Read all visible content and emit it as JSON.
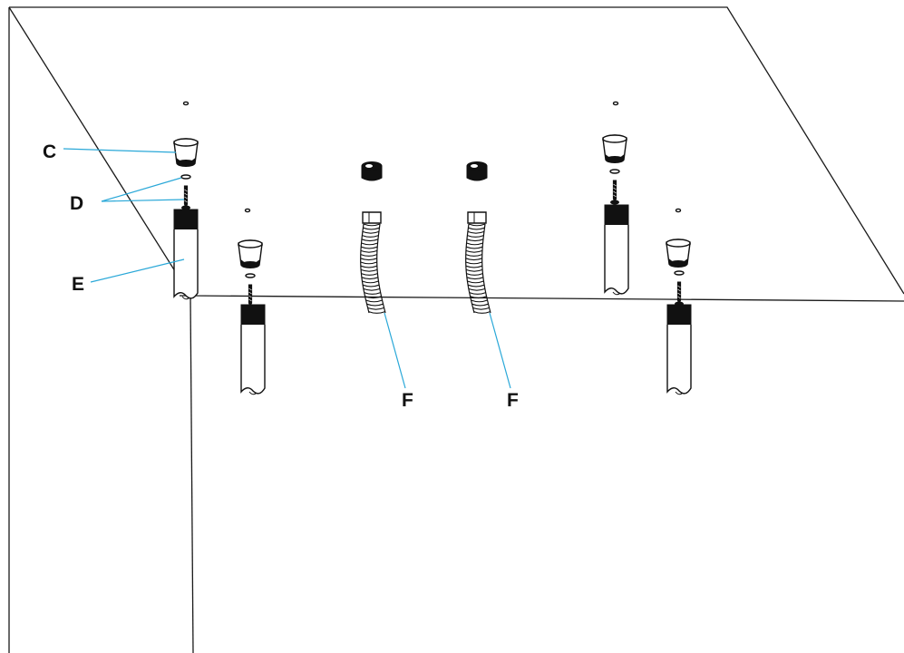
{
  "diagram": {
    "labels": {
      "c": "C",
      "d": "D",
      "e": "E",
      "f_left": "F",
      "f_right": "F"
    },
    "colors": {
      "line": "#111111",
      "leader": "#2aa8d8",
      "background": "#ffffff"
    },
    "parts": {
      "mounting_points": 4,
      "hoses": 2
    }
  }
}
